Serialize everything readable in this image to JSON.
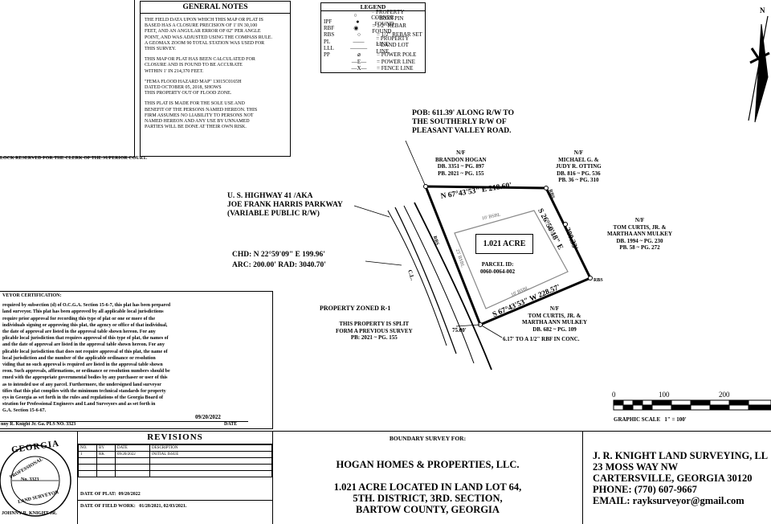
{
  "general_notes": {
    "title": "GENERAL NOTES",
    "paragraphs": [
      "THE FIELD DATA UPON WHICH THIS MAP OR PLAT IS\nBASED HAS A CLOSURE PRECISION OF 1' IN 30,100\nFEET, AND AN ANGULAR ERROR OF 02\" PER ANGLE\nPOINT, AND WAS ADJUSTED USING THE COMPASS RULE.\nA GEOMAX ZOOM 90 TOTAL STATION WAS USED FOR\nTHIS SURVEY.",
      "THIS MAP OR PLAT HAS BEEN CALCULATED FOR\nCLOSURE AND IS FOUND TO BE ACCURATE\nWITHIN 1' IN 214,370 FEET.",
      "\"FEMA FLOOD HAZARD MAP\" 13015C0165H\nDATED OCTOBER 05, 2018, SHOWS\nTHIS PROPERTY OUT OF FLOOD ZONE.",
      "THIS PLAT IS MADE FOR THE SOLE USE AND\nBENEFIT OF THE PERSONS NAMED HEREON. THIS\nFIRM ASSUMES NO LIABILITY TO PERSONS NOT\nNAMED HEREON AND ANY USE BY UNNAMED\nPARTIES WILL BE DONE AT THEIR OWN RISK."
    ]
  },
  "legend": {
    "title": "LEGEND",
    "rows": [
      {
        "abbr": "",
        "symbol": "○",
        "desc": "= PROPERTY CORNER"
      },
      {
        "abbr": "IPF",
        "symbol": "●",
        "desc": "= IRON PIN FOUND"
      },
      {
        "abbr": "RBF",
        "symbol": "◉",
        "desc": "= 1/2\" REBAR FOUND"
      },
      {
        "abbr": "RBS",
        "symbol": "○",
        "desc": "= 1/2\" REBAR SET"
      },
      {
        "abbr": "PL",
        "symbol": "——",
        "desc": "= PROPERTY LINE"
      },
      {
        "abbr": "LLL",
        "symbol": "———",
        "desc": "= LAND LOT LINE"
      },
      {
        "abbr": "PP",
        "symbol": "⌀",
        "desc": "= POWER POLE"
      },
      {
        "abbr": "",
        "symbol": "—E—",
        "desc": "= POWER LINE"
      },
      {
        "abbr": "",
        "symbol": "—X—",
        "desc": "= FENCE LINE"
      }
    ]
  },
  "clerk_note": "LOCK RESERVED FOR THE CLERK OF THE SUPERIOR COURT.",
  "north_arrow_label": "N",
  "plat": {
    "pob": "POB: 611.39' ALONG R/W TO\nTHE SOUTHERLY R/W OF\nPLEASANT VALLEY ROAD.",
    "highway": "U. S. HIGHWAY 41 /AKA\nJOE FRANK HARRIS PARKWAY\n(VARIABLE PUBLIC R/W)",
    "chord": "CHD: N 22°59'09\" E 199.96'",
    "arc": "ARC: 200.00' RAD: 3040.70'",
    "cl": "C.L.",
    "hogan": "N/F\nBRANDON HOGAN\nDB. 3351 ~ PG. 897\nPB. 2021 ~ PG. 155",
    "otting": "N/F\nMICHAEL G. &\nJUDY R. OTTING\nDB. 816 ~ PG. 536\nPB. 36 ~ PG. 310",
    "curtis_east": "N/F\nTOM CURTIS, JR. &\nMARTHA ANN MULKEY\nDB. 1994 ~ PG. 230\nPB. 58 ~ PG. 272",
    "curtis_south": "N/F\nTOM CURTIS, JR. &\nMARTHA ANN MULKEY\nDB. 682 ~ PG. 109",
    "acreage": "1.021 ACRE",
    "parcel": "PARCEL ID:\n0060-0064-002",
    "north_line": "N 67°43'53\" E 218.60'",
    "east_line": "S 26°50'18\" E",
    "east_len": "200.33'",
    "south_line": "S 67°43'53\" W 228.57'",
    "bsbl_10": "10' BSBL",
    "bsbl_25": "25' BSBL",
    "rbs": "RBS",
    "zoned": "PROPERTY ZONED R-1",
    "split": "THIS PROPERTY IS SPLIT\nFORM A PREVIOUS SURVEY\nPB: 2021 ~ PG. 155",
    "dist_75": "75.00'",
    "rbf_note": "6.17' TO A 1/2\" RBF IN CONC."
  },
  "scale": {
    "ticks": [
      "0",
      "100",
      "200"
    ],
    "caption": "GRAPHIC SCALE   1\" = 100'"
  },
  "certification": {
    "title": "VEYOR CERTIFICATION:",
    "body": "required by subsection (d) of O.C.G.A. Section 15-6-7, this plat has been prepared\n land surveyor. This plat has been approved by all applicable local jurisdictions\nrequire prior approval for recording this type of plat or one or more of the\nindividuals signing or approving this plat, the agency or office of that individual,\nthe date of approval are listed in the approval table shown hereon. For any\nplicable local jurisdiction that requires approval of this type of plat, the names of\nand the date of approval are listed in the approval table shown hereon. For any\nplicable local jurisdiction that does not require approval of this plat, the name of\n local jurisdiction and the number of the applicable ordinance or resolution\nviding that no such approval is required are listed in the approval table shown\nreon. Such approvals, affirmations, or ordinance or resolution numbers should be\nrmed with the appropriate governmental bodies by any purchaser or user of this\n as to intended use of any parcel. Furthermore, the undersigned land surveyor\ntifies that this plat complies with the minimum technical standards for property\neys in Georgia as set forth in the rules and regulations of the Georgia Board of\nstration for Professional Engineers and Land Surveyors and as set forth in\nG.A. Section 15-6-67.",
    "date_value": "09/20/2022",
    "signer": "nny R. Knight Jr. Ga. PLS NO. 3323",
    "date_label": "DATE"
  },
  "seal": {
    "top": "GEORGIA",
    "left": "PROFESSIONAL",
    "number": "No. 3323",
    "bottom": "LAND SURVEYOR",
    "name": "JOHNNY R. KNIGHT JR."
  },
  "revisions": {
    "title": "REVISIONS",
    "headers": [
      "NO.",
      "BY",
      "DATE",
      "DESCRIPTION"
    ],
    "rows": [
      [
        "1",
        "RK",
        "09/20/2022",
        "INITIAL ISSUE"
      ]
    ],
    "date_of_plat": "DATE OF PLAT:  09/20/2022",
    "field_work": "DATE OF FIELD WORK:   01/28/2021, 02/03/2021."
  },
  "title_block": {
    "label": "BOUNDARY SURVEY FOR:",
    "client": "HOGAN HOMES & PROPERTIES, LLC.",
    "desc1": "1.021 ACRE LOCATED IN LAND LOT 64,",
    "desc2": "5TH. DISTRICT, 3RD. SECTION,",
    "desc3": "BARTOW COUNTY, GEORGIA"
  },
  "company": {
    "name": "J. R. KNIGHT LAND SURVEYING, LL",
    "addr1": "23 MOSS WAY NW",
    "addr2": "CARTERSVILLE, GEORGIA 30120",
    "phone": "PHONE: (770) 607-9667",
    "email_label": "EMAIL:",
    "email": "rayksurveyor@gmail.com"
  }
}
